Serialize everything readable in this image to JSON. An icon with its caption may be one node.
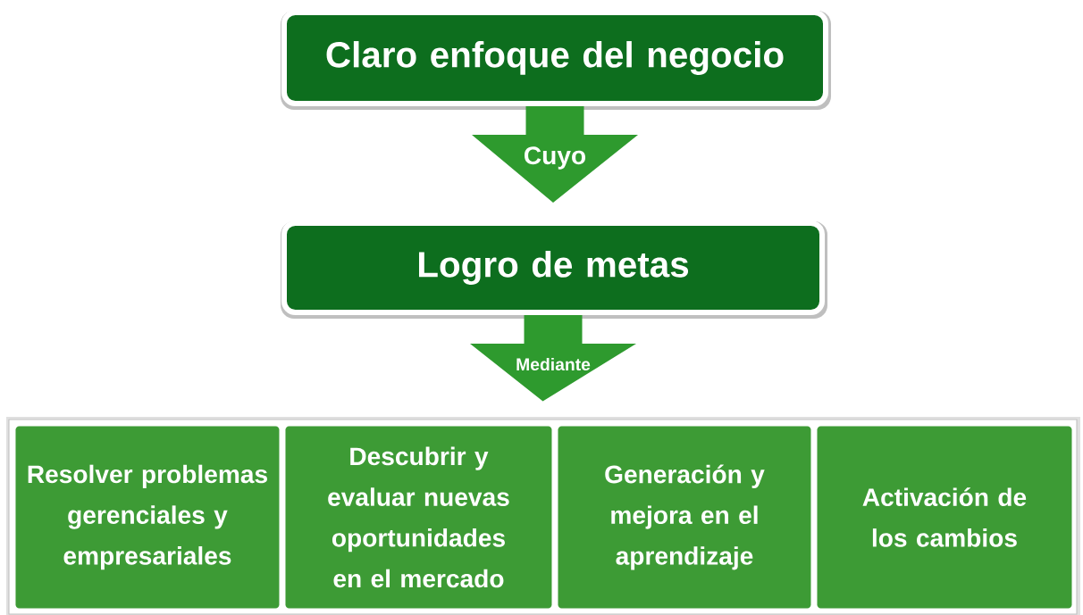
{
  "diagram": {
    "nodes": [
      {
        "text": [
          "Claro enfoque del negocio"
        ]
      },
      {
        "text": [
          "Logro de metas"
        ]
      },
      {
        "text": [],
        "shape": "box"
      },
      {
        "text": [
          "Resolver problemas gerenciales y empresariales"
        ],
        "in": 2
      },
      {
        "text": [
          "Descubrir y evaluar nuevas oportunidades en el mercado"
        ],
        "in": 2
      },
      {
        "text": [
          "Generación y mejora en el aprendizaje"
        ],
        "in": 2
      },
      {
        "text": [
          "Activación de los cambios"
        ],
        "in": 2
      }
    ],
    "edges": [
      {
        "from": 0,
        "to": 1,
        "arrow": "to",
        "label": "Cuyo"
      },
      {
        "from": 1,
        "to": 2,
        "arrow": "to",
        "label": "Mediante"
      }
    ]
  }
}
